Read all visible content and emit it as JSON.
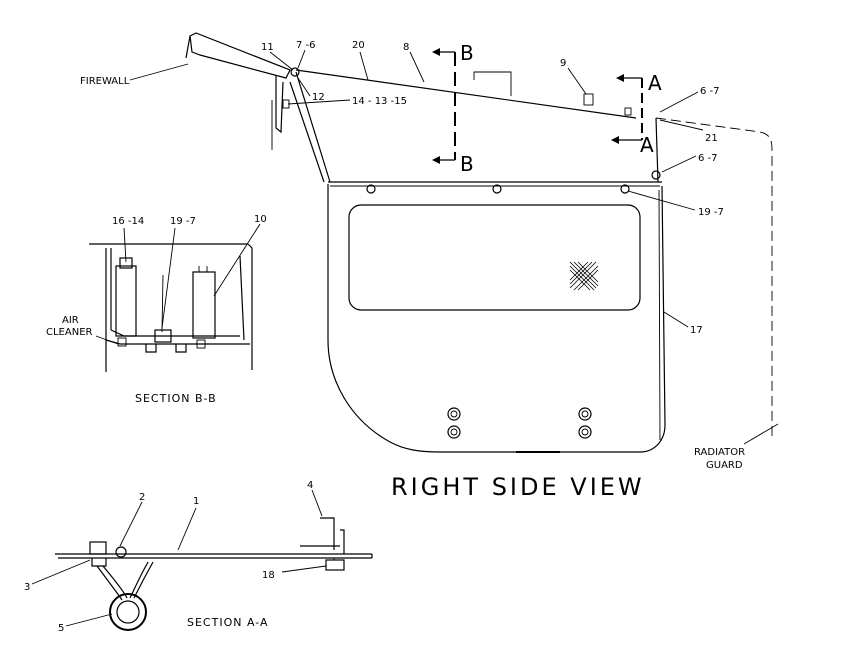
{
  "title": "RIGHT SIDE VIEW",
  "sections": {
    "bb": "SECTION B-B",
    "aa": "SECTION A-A"
  },
  "callouts": {
    "firewall": "FIREWALL",
    "radiator_guard_1": "RADIATOR",
    "radiator_guard_2": "GUARD",
    "air_cleaner_1": "AIR",
    "air_cleaner_2": "CLEANER",
    "p11": "11",
    "p7_6": "7 -6",
    "p20": "20",
    "p8": "8",
    "p12": "12",
    "p14_13_15": "14 - 13 -15",
    "p9": "9",
    "p6_7a": "6 -7",
    "p21": "21",
    "p6_7b": "6 -7",
    "p19_7a": "19 -7",
    "p17": "17",
    "p16_14": "16 -14",
    "p19_7b": "19 -7",
    "p10": "10",
    "p4": "4",
    "p2": "2",
    "p1": "1",
    "p3": "3",
    "p18": "18",
    "p5": "5"
  },
  "section_markers": {
    "b_top": "B",
    "b_bottom": "B",
    "a_top": "A",
    "a_bottom": "A"
  }
}
